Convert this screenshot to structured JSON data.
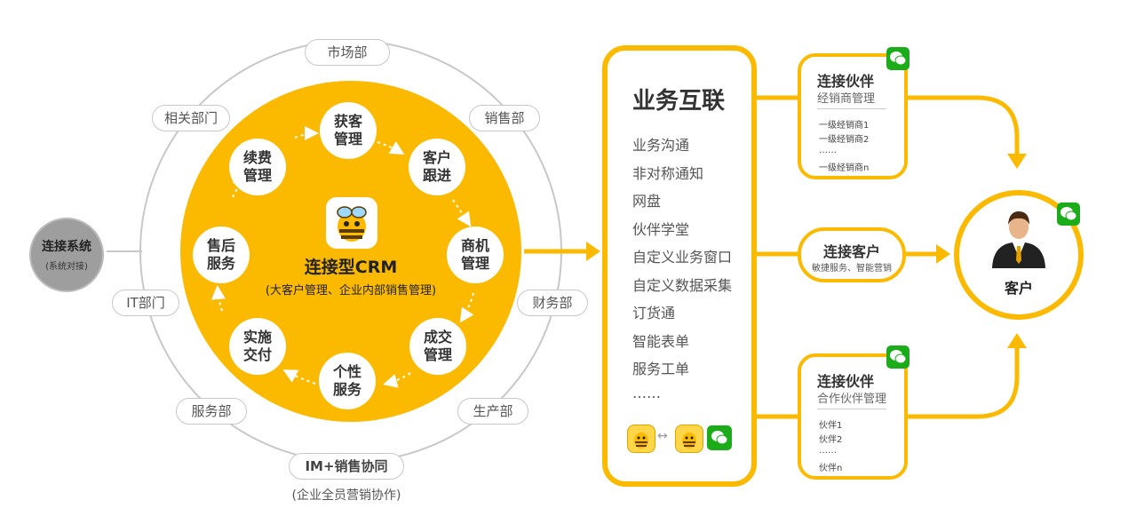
{
  "ring": {
    "departments": {
      "market": "市场部",
      "related": "相关部门",
      "sales": "销售部",
      "it": "IT部门",
      "finance": "财务部",
      "service": "服务部",
      "production": "生产部",
      "im": "IM+销售协同"
    },
    "caption": "(企业全员营销协作)"
  },
  "connect_system": {
    "title": "连接系统",
    "sub": "(系统对接)"
  },
  "crm": {
    "title": "连接型CRM",
    "subtitle": "(大客户管理、企业内部销售管理)",
    "stages": {
      "acquire": [
        "获客",
        "管理"
      ],
      "follow": [
        "客户",
        "跟进"
      ],
      "opportunity": [
        "商机",
        "管理"
      ],
      "deal": [
        "成交",
        "管理"
      ],
      "personal": [
        "个性",
        "服务"
      ],
      "delivery": [
        "实施",
        "交付"
      ],
      "aftersale": [
        "售后",
        "服务"
      ],
      "renewal": [
        "续费",
        "管理"
      ]
    }
  },
  "business": {
    "title": "业务互联",
    "items": [
      "业务沟通",
      "非对称通知",
      "网盘",
      "伙伴学堂",
      "自定义业务窗口",
      "自定义数据采集",
      "订货通",
      "智能表单",
      "服务工单",
      "……"
    ]
  },
  "partner_top": {
    "title": "连接伙伴",
    "sub": "经销商管理",
    "items": [
      "一级经销商1",
      "一级经销商2",
      "……",
      "一级经销商n"
    ]
  },
  "connect_customer": {
    "title": "连接客户",
    "sub": "敏捷服务、智能营销"
  },
  "partner_bottom": {
    "title": "连接伙伴",
    "sub": "合作伙伴管理",
    "items": [
      "伙伴1",
      "伙伴2",
      "……",
      "伙伴n"
    ]
  },
  "customer": {
    "label": "客户"
  },
  "colors": {
    "accent": "#fbb900",
    "ring": "#c8c8c8",
    "wechat": "#1aad19",
    "gray_node": "#9e9e9e"
  }
}
